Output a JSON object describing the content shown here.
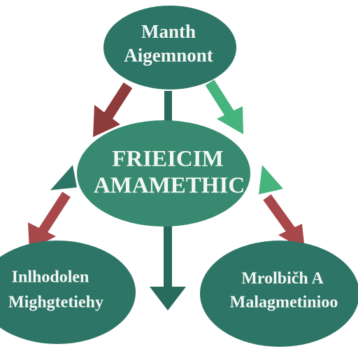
{
  "diagram": {
    "nodes": {
      "top": {
        "line1": "Manth",
        "line2": "Aigemnont",
        "fill": "#2d7566",
        "text_color": "#f2f7f4"
      },
      "center": {
        "line1": "FRIEICIM",
        "line2": "AMAMETHIC",
        "fill": "#37896f",
        "text_color": "#f2f7f4"
      },
      "left": {
        "line1": "Inlhodolen",
        "line2": "Mighgtetiehy",
        "fill": "#2d7566",
        "text_color": "#f2f7f4"
      },
      "right": {
        "line1": "Mrolbičh A",
        "line2": "Malagmetinioo",
        "fill": "#2d7566",
        "text_color": "#f2f7f4"
      }
    },
    "colors": {
      "dark_red": "#8e3b3b",
      "red": "#a8484b",
      "dark_green": "#276b5d",
      "light_green": "#47b37d"
    }
  }
}
